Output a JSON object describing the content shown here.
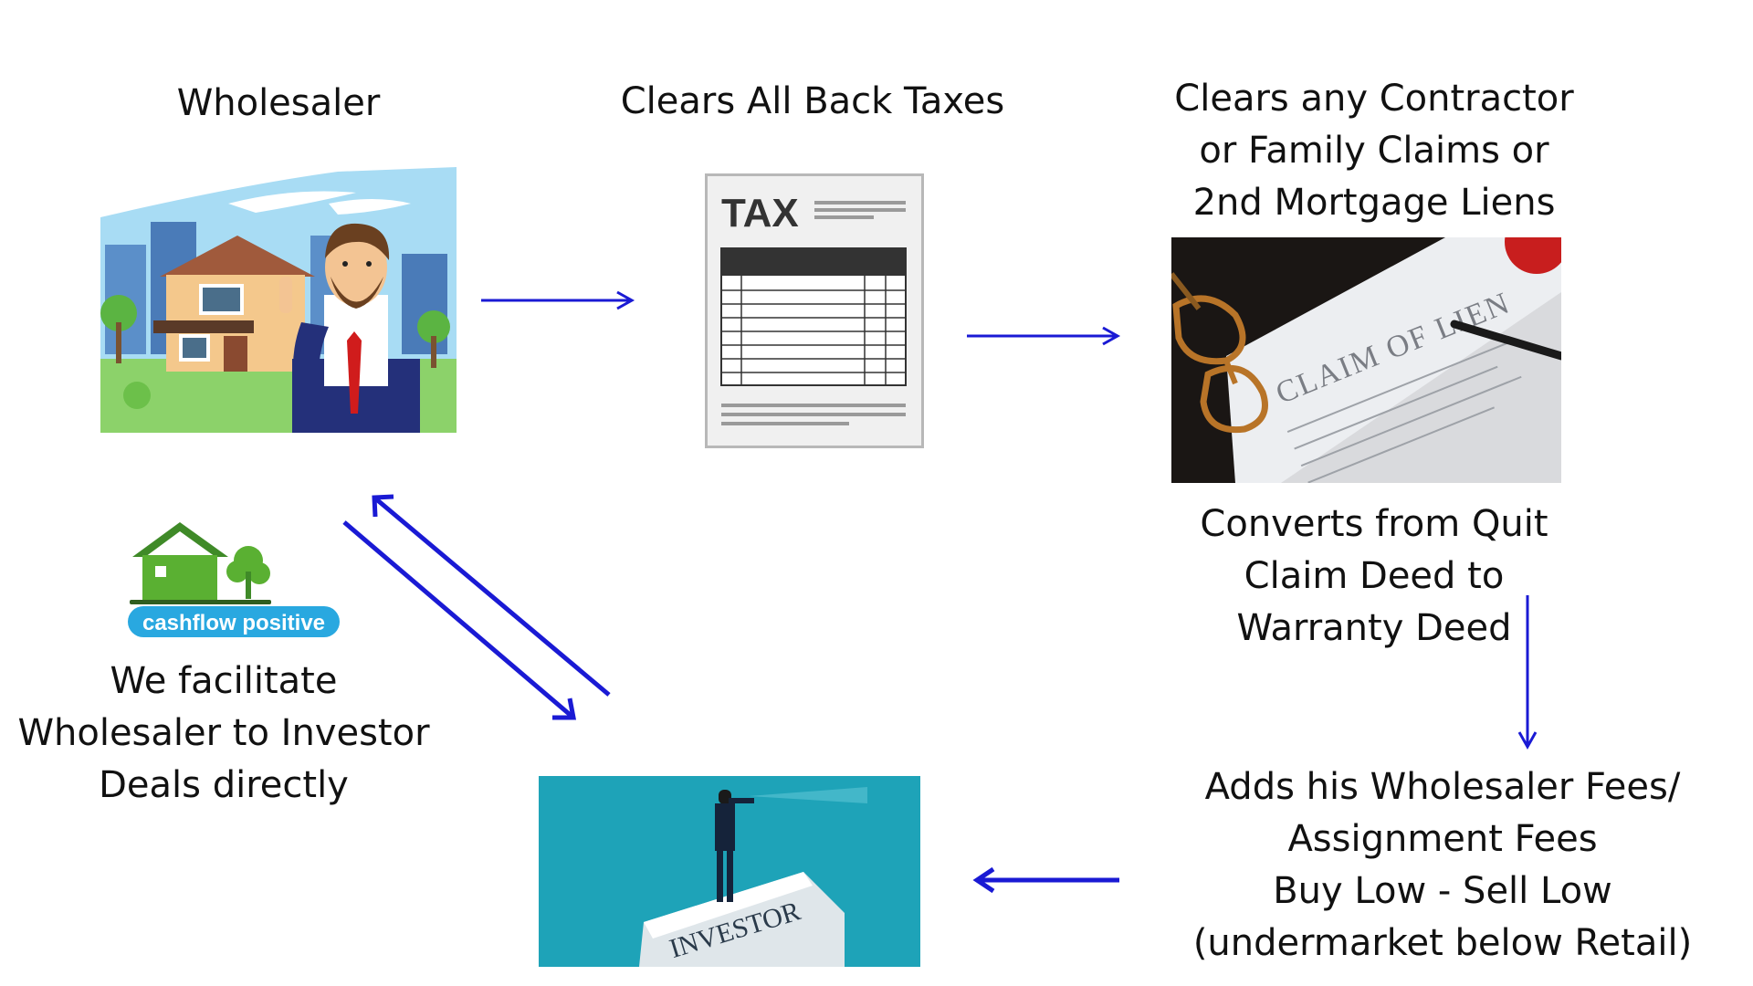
{
  "labels": {
    "wholesaler": "Wholesaler",
    "taxes": "Clears All Back Taxes",
    "liens": [
      "Clears any Contractor",
      "or Family Claims or",
      "2nd Mortgage Liens"
    ],
    "deed": [
      "Converts from Quit",
      "Claim Deed to",
      "Warranty Deed"
    ],
    "fees": [
      "Adds his Wholesaler Fees/",
      "Assignment Fees",
      "Buy Low - Sell Low",
      "(undermarket below Retail)"
    ],
    "facilitate": [
      "We facilitate",
      "Wholesaler to Investor",
      "Deals directly"
    ]
  },
  "images": {
    "tax_form_heading": "TAX",
    "lien_document_heading": "CLAIM OF LIEN",
    "investor_sign": "INVESTOR",
    "logo_text": "cashflow positive"
  },
  "colors": {
    "arrow": "#1a1ad4",
    "investor_bg": "#1ea3b8",
    "logo_blue": "#29a8e0",
    "logo_green": "#5ab032"
  },
  "icons": [
    "right-arrow-icon",
    "down-arrow-icon",
    "left-arrow-icon",
    "bidirectional-arrow-icon",
    "house-icon",
    "tree-icon"
  ]
}
